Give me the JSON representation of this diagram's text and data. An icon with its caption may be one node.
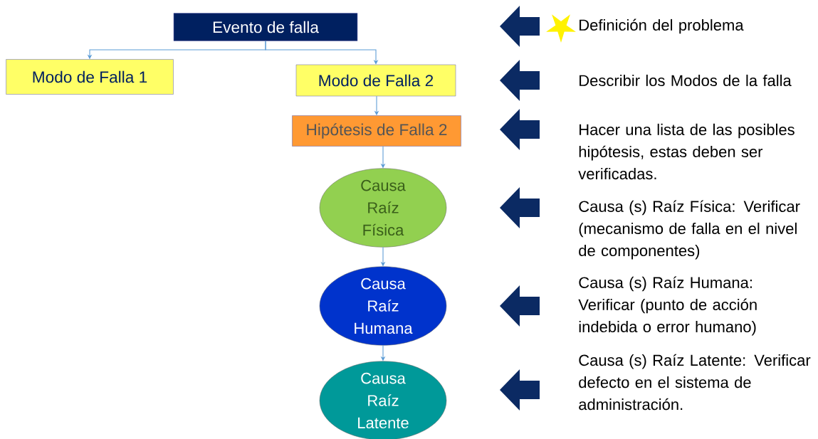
{
  "diagram": {
    "nodes": [
      {
        "text": [
          "Evento de falla"
        ]
      },
      {
        "text": [
          "Modo de Falla 1"
        ]
      },
      {
        "text": [
          "Modo de Falla 2"
        ]
      },
      {
        "text": [
          "Hipótesis de Falla 2"
        ]
      },
      {
        "text": [
          "Causa Raíz Física"
        ]
      },
      {
        "text": [
          "Causa Raíz Humana"
        ]
      },
      {
        "text": [
          "Causa Raíz Latente"
        ]
      }
    ],
    "edges": [
      {
        "from": 0,
        "to": 1,
        "arrow": "to"
      },
      {
        "from": 0,
        "to": 2,
        "arrow": "to"
      },
      {
        "from": 2,
        "to": 3,
        "arrow": "to"
      },
      {
        "from": 3,
        "to": 4,
        "arrow": "to"
      },
      {
        "from": 4,
        "to": 5,
        "arrow": "to"
      },
      {
        "from": 5,
        "to": 6,
        "arrow": "to"
      }
    ],
    "labels": [
      "Definición del problema",
      "Describir los Modos de la falla",
      "Hacer una lista de las posibles hipótesis, estas deben ser verificadas.",
      "Causa (s) Raíz Física: Verificar (mecanismo de falla en el nivel de componentes)",
      "Causa (s) Raíz Humana: Verificar (punto de acción indebida o error humano)",
      "Causa (s) Raíz Latente: Verificar defecto en el sistema de administración."
    ]
  }
}
